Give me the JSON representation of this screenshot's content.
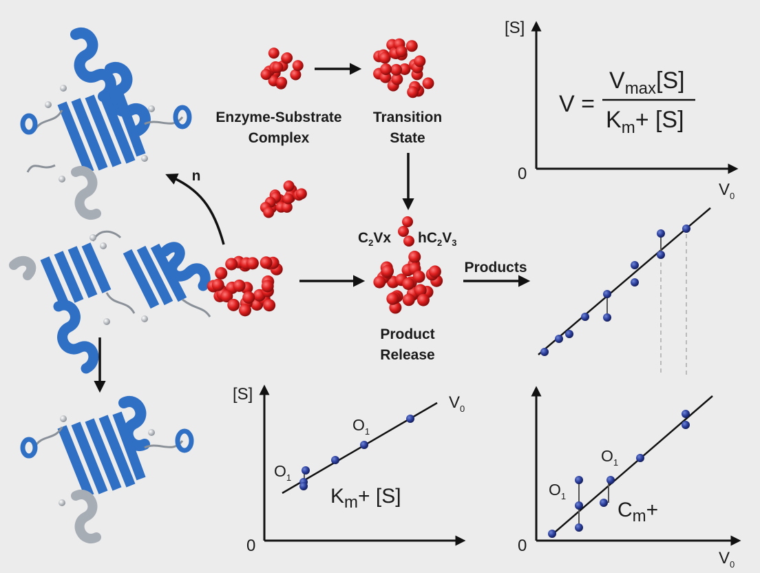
{
  "labels": {
    "es_complex_line1": "Enzyme-Substrate",
    "es_complex_line2": "Complex",
    "transition_line1": "Transition",
    "transition_line2": "State",
    "product_line1": "Product",
    "product_line2": "Release",
    "products": "Products",
    "n_label": "n",
    "formula_left_main": "C",
    "formula_left_sub": "2",
    "formula_left_tail": "Vx",
    "formula_right_pre": "hC",
    "formula_right_sub1": "2",
    "formula_right_mid": "V",
    "formula_right_sub2": "3"
  },
  "top_graph": {
    "y_label": "[S]",
    "origin": "0",
    "x_label_main": "V",
    "x_label_sub": "0",
    "eq_lhs": "V =",
    "eq_num_main": "V",
    "eq_num_sub": "max",
    "eq_num_tail": "[S]",
    "eq_den_main": "K",
    "eq_den_sub": "m",
    "eq_den_tail": "+ [S]"
  },
  "bottom_mid_graph": {
    "y_label": "[S]",
    "origin": "0",
    "line_label_main": "V",
    "line_label_sub": "0",
    "ann1_main": "O",
    "ann1_sub": "1",
    "ann2_main": "O",
    "ann2_sub": "1",
    "expr_main": "K",
    "expr_sub": "m",
    "expr_tail": "+ [S]"
  },
  "bottom_right_graph": {
    "origin": "0",
    "x_label_main": "V",
    "x_label_sub": "0",
    "ann1_main": "O",
    "ann1_sub": "1",
    "ann2_main": "O",
    "ann2_sub": "1",
    "expr_main": "C",
    "expr_sub": "m",
    "expr_tail": "+"
  },
  "colors": {
    "protein_blue": "#2f6fc4",
    "protein_gray": "#a7adb5",
    "molecule_red": "#d91e1e",
    "data_point": "#2a3d9a"
  }
}
